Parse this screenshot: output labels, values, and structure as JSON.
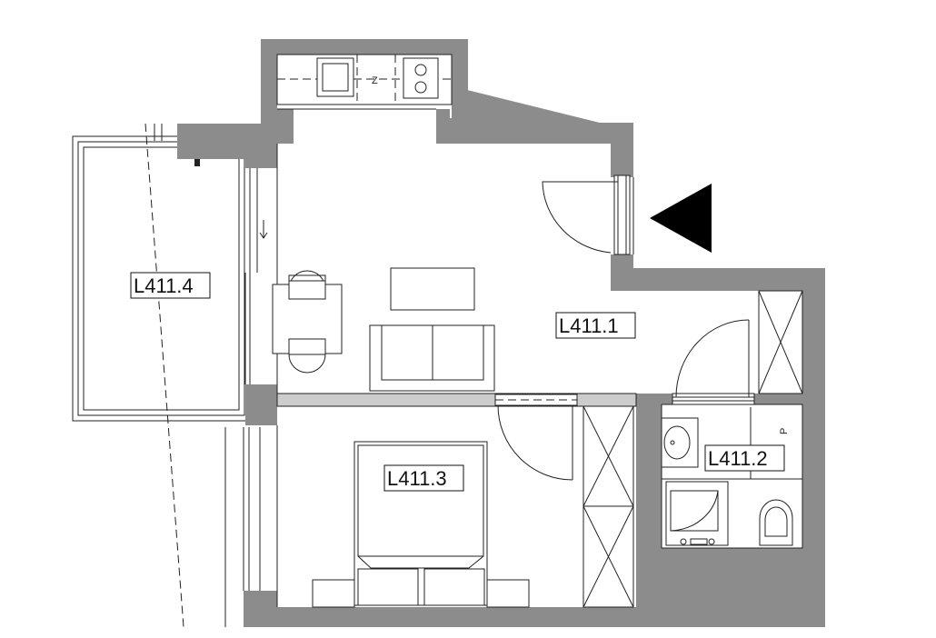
{
  "rooms": {
    "living": "L411.1",
    "bathroom": "L411.2",
    "bedroom": "L411.3",
    "balcony": "L411.4"
  },
  "kitchen_mark": "Z",
  "bath_mark": "P",
  "colors": {
    "wall": "#8c8c8c",
    "partition": "#cccccc",
    "line": "#222222",
    "entrance_arrow": "#000000"
  }
}
